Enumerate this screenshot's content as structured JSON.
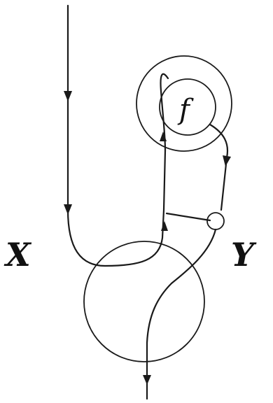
{
  "diagram": {
    "labels": {
      "x": "X",
      "y": "Y",
      "f": "f"
    }
  }
}
